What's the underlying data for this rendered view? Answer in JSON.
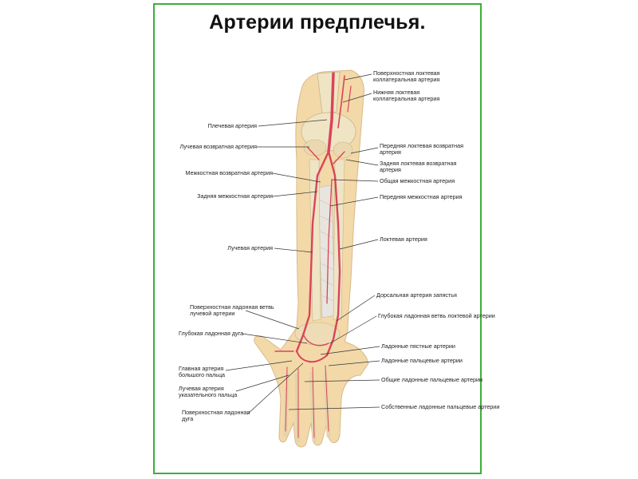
{
  "title": "Артерии предплечья.",
  "colors": {
    "border": "#3fae3a",
    "skin": "#f3d9a8",
    "bone": "#efe4c4",
    "artery": "#d9445a",
    "leader": "#333333"
  },
  "labels": {
    "left": [
      {
        "id": "brachial",
        "text": "Плечевая артерия"
      },
      {
        "id": "radial_recurrent",
        "text": "Лучевая возвратная артерия"
      },
      {
        "id": "interosseous_recurrent",
        "text": "Межкостная возвратная артерия"
      },
      {
        "id": "posterior_interosseous",
        "text": "Задняя межкостная артерия"
      },
      {
        "id": "radial",
        "text": "Лучевая артерия"
      },
      {
        "id": "superficial_palmar_radial",
        "text": "Поверхностная ладонная ветвь\nлучевой артерии"
      },
      {
        "id": "deep_palmar_arch",
        "text": "Глубокая ладонная дуга"
      },
      {
        "id": "princeps_pollicis",
        "text": "Главная  артерия\nбольшого пальца"
      },
      {
        "id": "radialis_indicis",
        "text": "Лучевая артерия\nуказательного пальца"
      },
      {
        "id": "superficial_palmar_arch",
        "text": "Поверхностная ладонная\nдуга"
      }
    ],
    "right": [
      {
        "id": "sup_ulnar_collateral",
        "text": "Поверхностная локтевая\nколлатеральная артерия"
      },
      {
        "id": "inf_ulnar_collateral",
        "text": "Нижняя локтевая\nколлатеральная артерия"
      },
      {
        "id": "ant_ulnar_recurrent",
        "text": "Передняя локтевая возвратная\nартерия"
      },
      {
        "id": "post_ulnar_recurrent",
        "text": "Задняя локтевая возвратная\nартерия"
      },
      {
        "id": "common_interosseous",
        "text": "Общая межкостная артерия"
      },
      {
        "id": "anterior_interosseous",
        "text": "Передняя межкостная артерия"
      },
      {
        "id": "ulnar",
        "text": "Локтевая артерия"
      },
      {
        "id": "dorsal_carpal",
        "text": "Дорсальная артерия запястья"
      },
      {
        "id": "deep_palmar_ulnar",
        "text": "Глубокая ладонная ветвь локтевой артерии"
      },
      {
        "id": "palmar_metacarpal",
        "text": "Ладонные пястные артерии"
      },
      {
        "id": "palmar_digital",
        "text": "Ладонные пальцевые артерии"
      },
      {
        "id": "common_palmar_digital",
        "text": "Общие ладонные пальцевые артерии"
      },
      {
        "id": "proper_palmar_digital",
        "text": "Собственные ладонные пальцевые артерии"
      }
    ]
  }
}
